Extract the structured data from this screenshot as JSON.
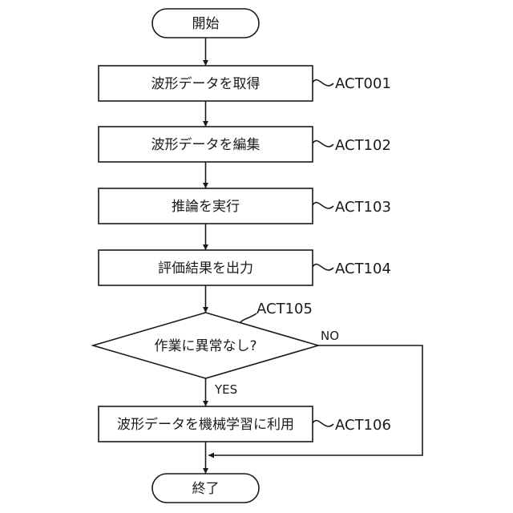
{
  "flowchart": {
    "start": "開始",
    "step1": {
      "label": "波形データを取得",
      "ref": "ACT001"
    },
    "step2": {
      "label": "波形データを編集",
      "ref": "ACT102"
    },
    "step3": {
      "label": "推論を実行",
      "ref": "ACT103"
    },
    "step4": {
      "label": "評価結果を出力",
      "ref": "ACT104"
    },
    "decision": {
      "label": "作業に異常なし?",
      "ref": "ACT105",
      "no_label": "NO",
      "yes_label": "YES"
    },
    "step6": {
      "label": "波形データを機械学習に利用",
      "ref": "ACT106"
    },
    "end": "終了"
  }
}
